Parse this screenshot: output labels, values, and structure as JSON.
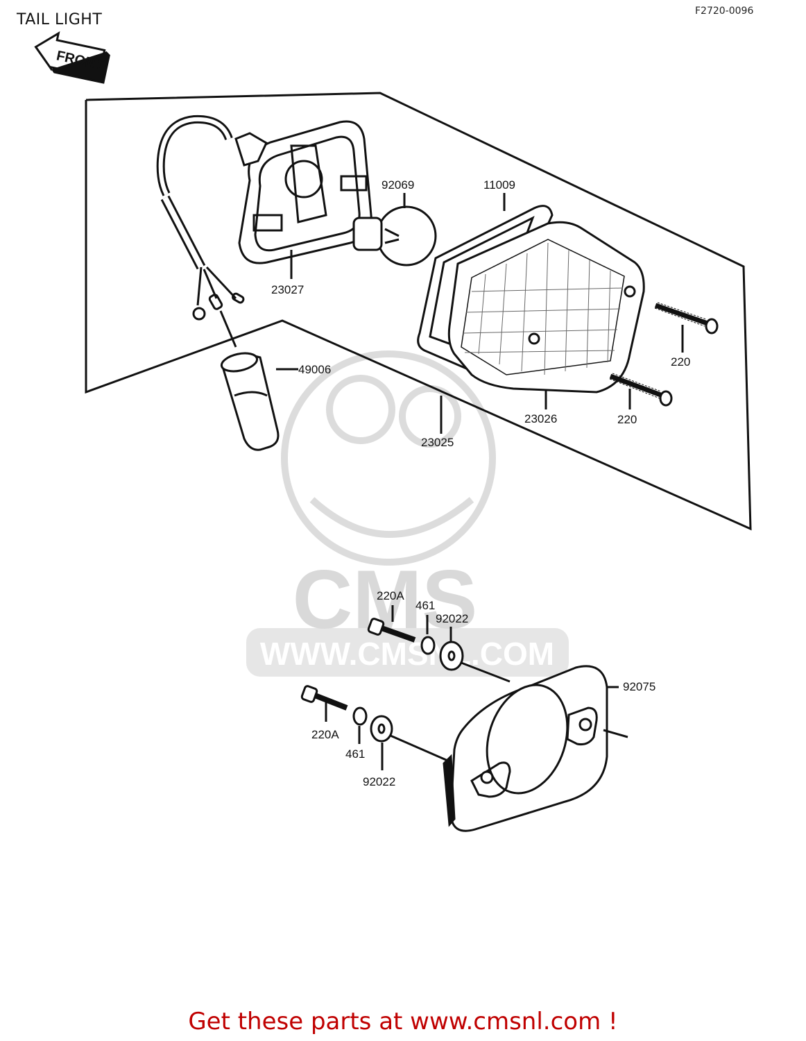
{
  "header": {
    "title": "TAIL LIGHT",
    "diagram_code": "F2720-0096",
    "front_marker": "FRONT"
  },
  "watermark": {
    "brand": "CMS",
    "site": "WWW.CMSNL.COM"
  },
  "parts": [
    {
      "id": "label-92069",
      "text": "92069"
    },
    {
      "id": "label-11009",
      "text": "11009"
    },
    {
      "id": "label-23027",
      "text": "23027"
    },
    {
      "id": "label-49006",
      "text": "49006"
    },
    {
      "id": "label-23026",
      "text": "23026"
    },
    {
      "id": "label-220-upper",
      "text": "220"
    },
    {
      "id": "label-220-lower",
      "text": "220"
    },
    {
      "id": "label-23025",
      "text": "23025"
    },
    {
      "id": "label-220A-upper",
      "text": "220A"
    },
    {
      "id": "label-461-upper",
      "text": "461"
    },
    {
      "id": "label-92022-upper",
      "text": "92022"
    },
    {
      "id": "label-92075",
      "text": "92075"
    },
    {
      "id": "label-220A-lower",
      "text": "220A"
    },
    {
      "id": "label-461-lower",
      "text": "461"
    },
    {
      "id": "label-92022-lower",
      "text": "92022"
    }
  ],
  "footer": {
    "promo": "Get these parts at www.cmsnl.com !"
  },
  "colors": {
    "promo": "#c00000",
    "ink": "#111111",
    "watermark": "#d9d9d9"
  }
}
